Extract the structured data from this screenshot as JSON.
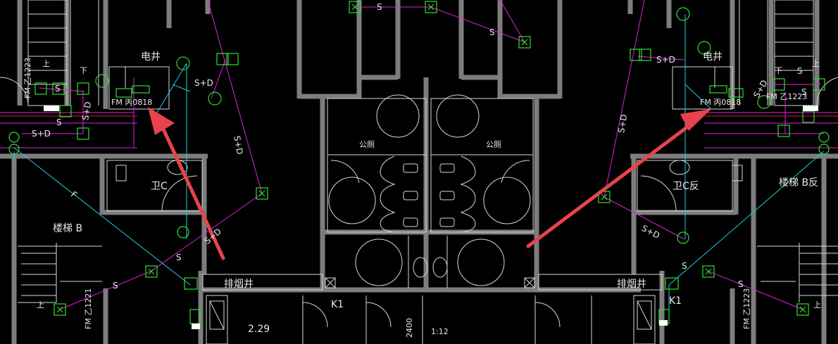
{
  "labels": {
    "elec_shaft_left": "电井",
    "elec_shaft_right": "电井",
    "toilet_public_left": "公厕",
    "toilet_public_right": "公厕",
    "wc_left": "卫C",
    "wc_right": "卫C反",
    "stair_left": "楼梯 B",
    "stair_right": "楼梯 B反",
    "smoke_left": "排烟井",
    "smoke_right": "排烟井",
    "door_left_top": "FM 乙1223",
    "door_left_mid": "FM 丙0818",
    "door_right_mid": "FM 丙0818",
    "door_right_top": "FM 乙1223",
    "door_left_bottom": "FM 乙1221",
    "door_right_bottom": "FM 乙1223",
    "k1_left": "K1",
    "k1_right": "K1",
    "dim_229": "2.29",
    "dim_2400": "2400",
    "dim_112": "1:12",
    "stair_up_left": "上",
    "stair_down_left": "下",
    "stair_up_left2": "上",
    "stair_up_right": "上",
    "stair_down_right": "下",
    "stair_up_right2": "上"
  },
  "wire_labels": {
    "s_top": "S",
    "s_top2": "S",
    "s_left_a": "S",
    "s_left_b": "S",
    "sd_left_a": "S+D",
    "sd_left_b": "S+D",
    "sd_left_c": "S+D",
    "sd_left_d": "S+D",
    "sd_left_e": "S+D",
    "sd_right_a": "S+D",
    "sd_right_b": "S+D",
    "sd_right_c": "S+D",
    "sd_right_d": "S+D",
    "s_right_a": "S",
    "s_right_b": "S",
    "f_left": "F",
    "s_left_c": "S",
    "s_left_d": "S",
    "s_bottom_left": "S",
    "s_right_c": "S"
  },
  "colors": {
    "background": "#000000",
    "wall": "#808080",
    "line": "#ffffff",
    "wire_magenta": "#ff00ff",
    "wire_cyan": "#00ffff",
    "device_green": "#00ff00",
    "annotation_arrow": "#e8434b"
  }
}
